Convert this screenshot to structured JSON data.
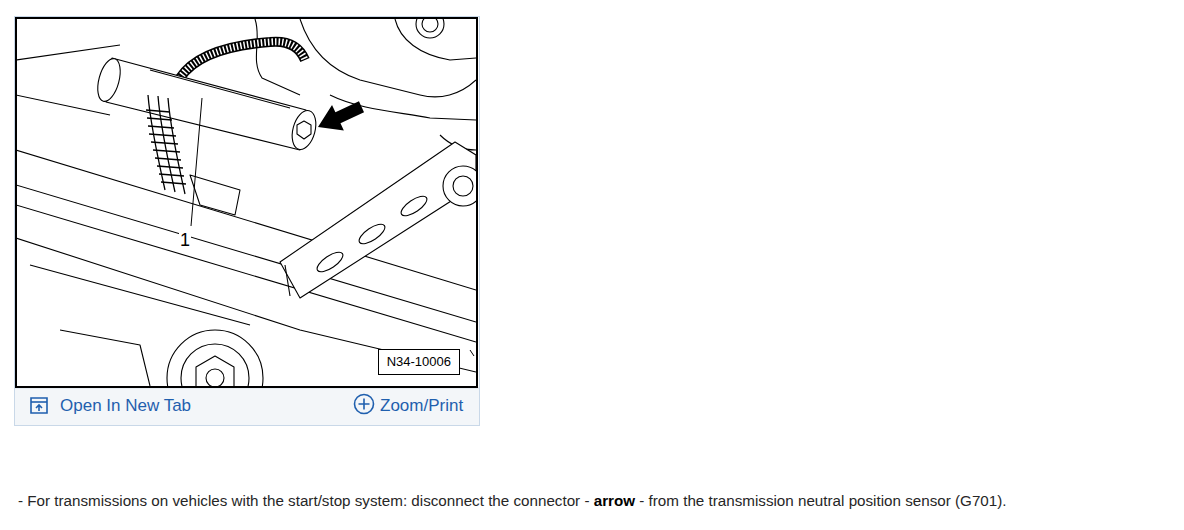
{
  "diagram": {
    "nodes": [
      {
        "text": [
          "N34-10006"
        ]
      }
    ],
    "labels": [
      "1",
      "Open In New Tab",
      "Zoom/Print",
      "- For transmissions on vehicles with the start/stop system: disconnect the connector -",
      "arrow",
      "- from the transmission neutral position sensor (G701)."
    ]
  }
}
